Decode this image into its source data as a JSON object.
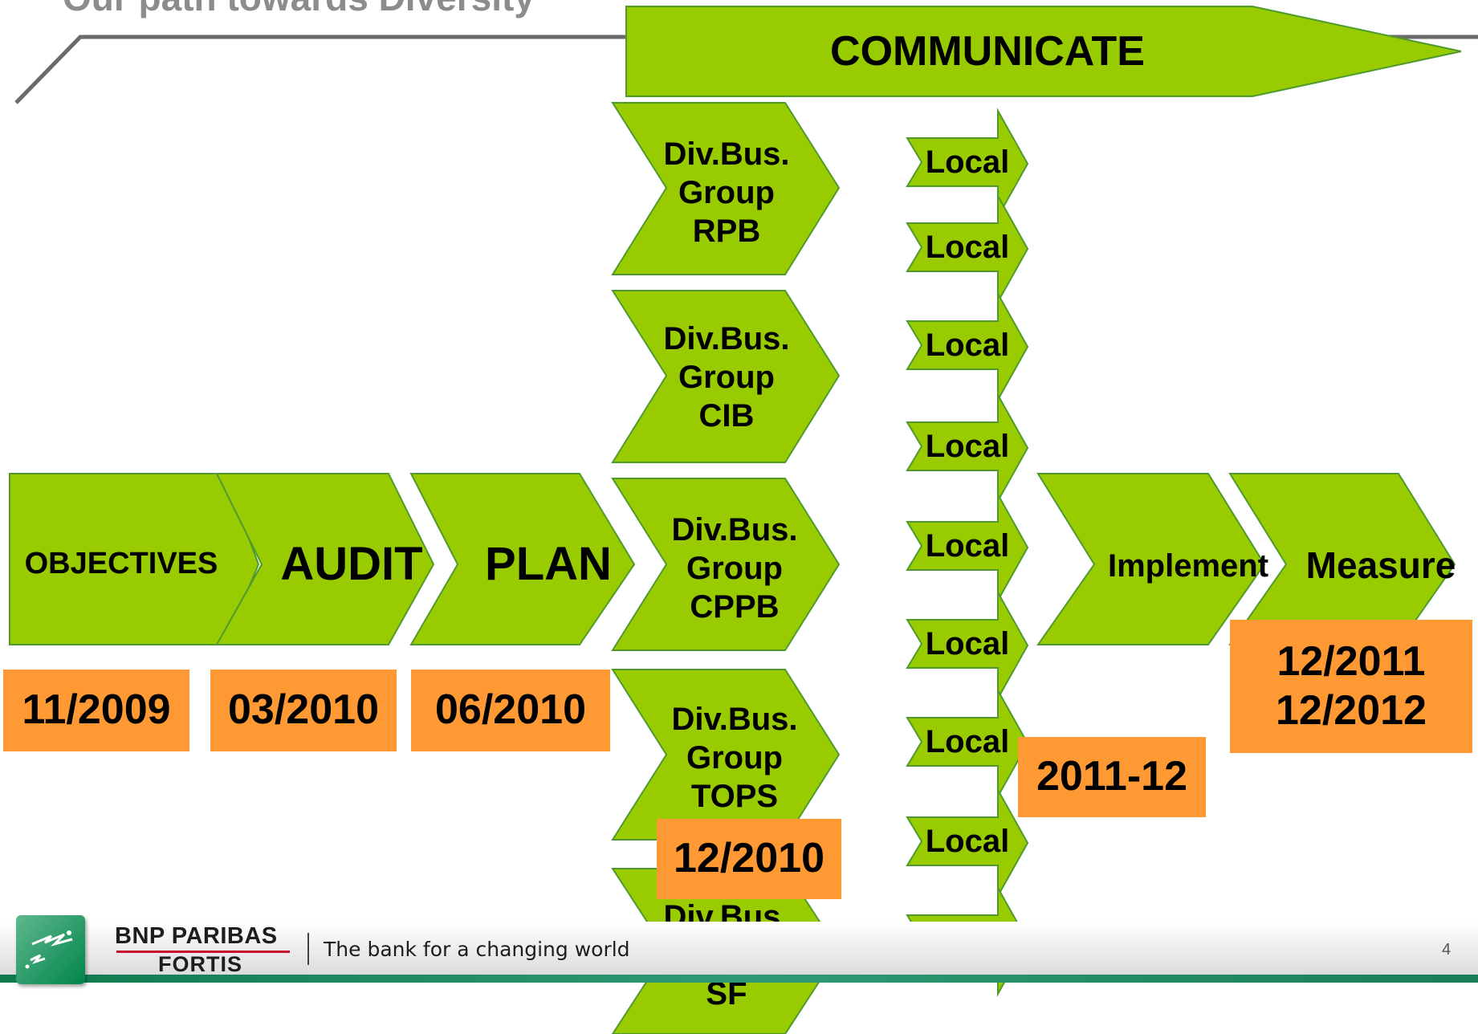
{
  "title": "Our path towards Diversity",
  "communicate": "COMMUNICATE",
  "stages": {
    "objectives": "OBJECTIVES",
    "audit": "AUDIT",
    "plan": "PLAN",
    "implement": "Implement",
    "measure": "Measure"
  },
  "business_groups": [
    "Div.Bus.\nGroup\nRPB",
    "Div.Bus.\nGroup\nCIB",
    "Div.Bus.\nGroup\nCPPB",
    "Div.Bus.\nGroup\nTOPS",
    "Div.Bus.\nGroup\nSF"
  ],
  "local_label": "Local",
  "dates": {
    "objectives": "11/2009",
    "audit": "03/2010",
    "plan": "06/2010",
    "business_groups": "12/2010",
    "local": "2011-12",
    "measure": "12/2011\n12/2012"
  },
  "footer": {
    "brand_line1": "BNP PARIBAS",
    "brand_line2": "FORTIS",
    "tagline": "The bank for a changing world",
    "page_number": "4"
  },
  "colors": {
    "shape_fill": "#99cc00",
    "shape_stroke": "#4e9a2e",
    "date_fill": "#ff9933",
    "title_text": "#8c8c8c"
  }
}
